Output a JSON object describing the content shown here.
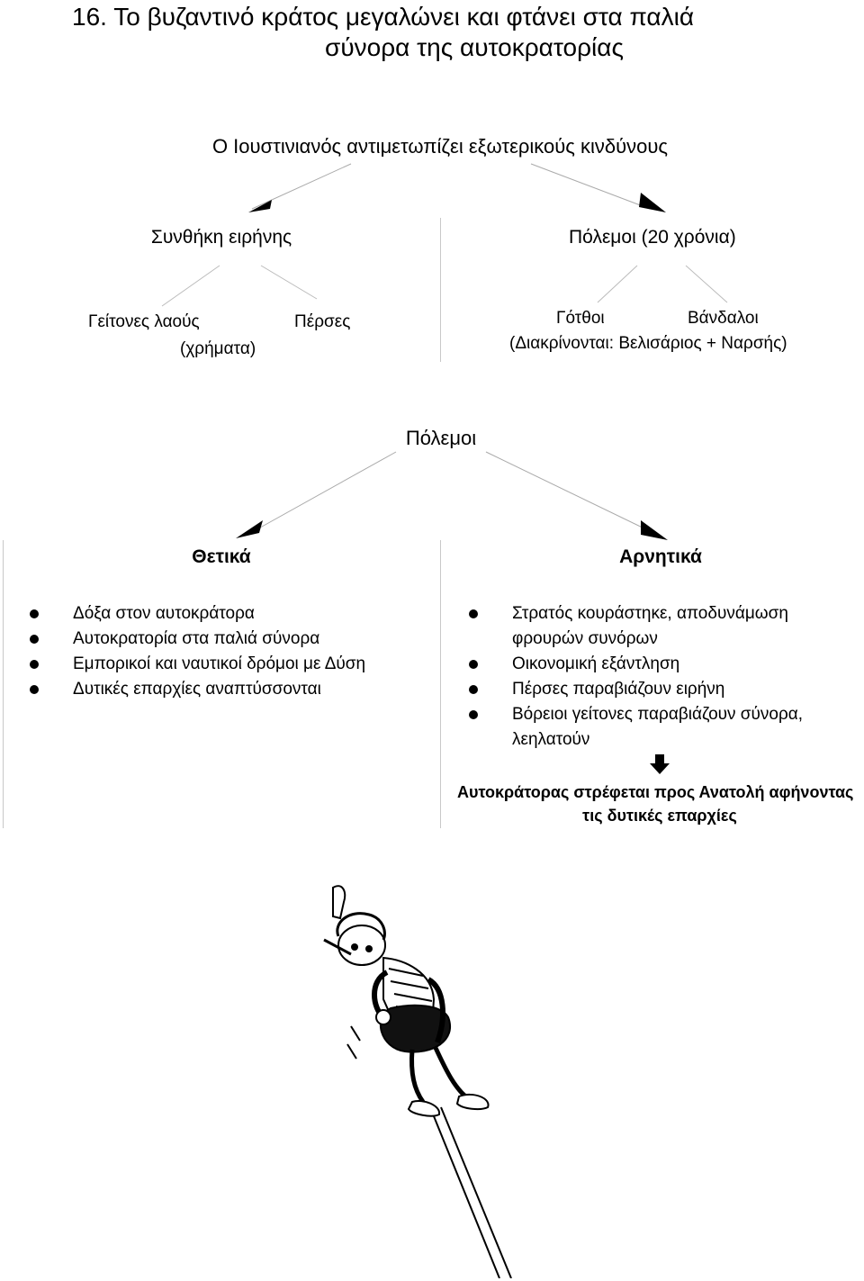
{
  "title": {
    "line1": "16. Το βυζαντινό κράτος μεγαλώνει και φτάνει στα παλιά",
    "line2": "σύνορα της αυτοκρατορίας"
  },
  "top_node": "Ο Ιουστινιανός αντιμετωπίζει εξωτερικούς κινδύνους",
  "left_branch": {
    "label": "Συνθήκη ειρήνης",
    "child1_line1": "Γείτονες λαούς",
    "child1_line2": "(χρήματα)",
    "child2": "Πέρσες"
  },
  "right_branch": {
    "label": "Πόλεμοι (20 χρόνια)",
    "child1": "Γότθοι",
    "child2": "Βάνδαλοι",
    "note": "(Διακρίνονται: Βελισάριος + Ναρσής)"
  },
  "wars_node": "Πόλεμοι",
  "positive": {
    "heading": "Θετικά",
    "items": [
      "Δόξα στον αυτοκράτορα",
      "Αυτοκρατορία στα παλιά σύνορα",
      "Εμπορικοί και ναυτικοί δρόμοι με Δύση",
      "Δυτικές επαρχίες αναπτύσσονται"
    ]
  },
  "negative": {
    "heading": "Αρνητικά",
    "items": [
      {
        "line1": "Στρατός κουράστηκε, αποδυνάμωση",
        "line2": "φρουρών συνόρων"
      },
      {
        "line1": "Οικονομική εξάντληση",
        "line2": ""
      },
      {
        "line1": "Πέρσες παραβιάζουν ειρήνη",
        "line2": ""
      },
      {
        "line1": "Βόρειοι γείτονες παραβιάζουν σύνορα,",
        "line2": "λεηλατούν"
      }
    ],
    "conclusion_line1": "Αυτοκράτορας στρέφεται προς Ανατολή αφήνοντας",
    "conclusion_line2": "τις δυτικές επαρχίες"
  },
  "icons": {
    "branch_arrow": "arrowhead-icon",
    "down_arrow": "down-arrow-icon",
    "bullet": "bullet-dot-icon",
    "illustration": "pole-vault-soldier-cartoon"
  }
}
